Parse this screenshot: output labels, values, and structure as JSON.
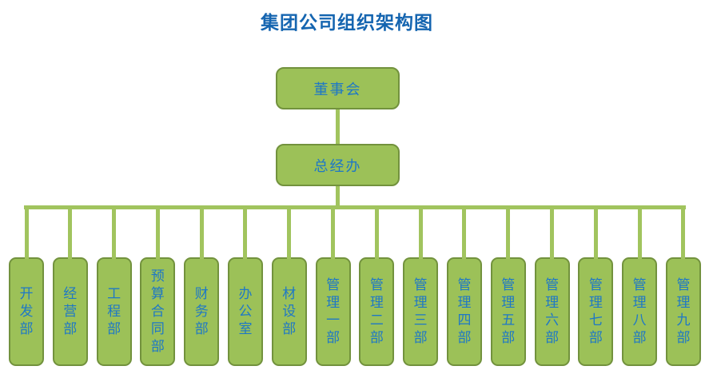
{
  "title": "集团公司组织架构图",
  "nodes": {
    "root": {
      "label": "董事会"
    },
    "gm": {
      "label": "总经办"
    }
  },
  "departments": [
    "开发部",
    "经营部",
    "工程部",
    "预算合同部",
    "财务部",
    "办公室",
    "材设部",
    "管理一部",
    "管理二部",
    "管理三部",
    "管理四部",
    "管理五部",
    "管理六部",
    "管理七部",
    "管理八部",
    "管理九部"
  ],
  "colors": {
    "box_fill": "#9cc158",
    "box_border": "#72923d",
    "connector": "#a1c45e",
    "node_text": "#1e78c6",
    "title_text": "#1565b0"
  }
}
